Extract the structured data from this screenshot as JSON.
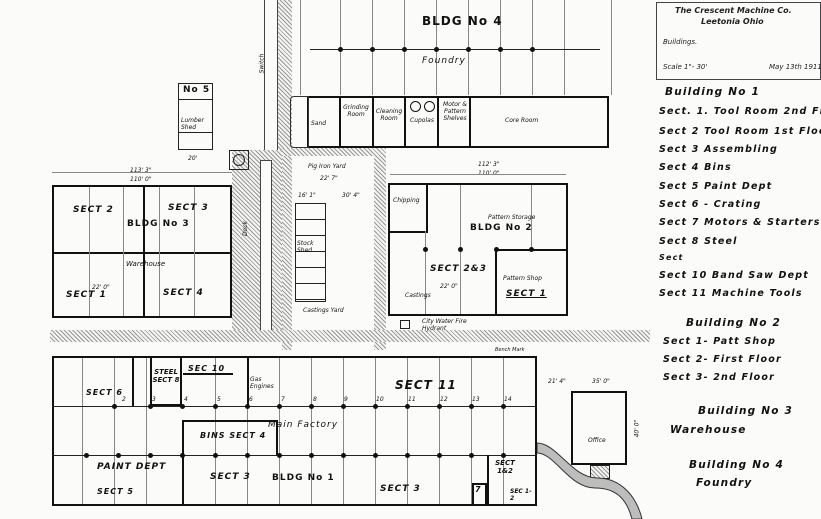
{
  "title_block": {
    "company": "The Crescent Machine Co.",
    "location": "Leetonia Ohio",
    "subject": "Buildings.",
    "scale": "Scale 1\"- 30'",
    "date": "May 13th 1911"
  },
  "legend": {
    "building1": {
      "heading": "Building No 1",
      "sections": [
        "Sect. 1. Tool Room 2nd Flr",
        "Sect 2 Tool Room 1st Floor",
        "Sect 3 Assembling",
        "Sect 4 Bins",
        "Sect 5 Paint Dept",
        "Sect 6 - Crating",
        "Sect 7 Motors & Starters",
        "Sect 8 Steel",
        "Sect",
        "Sect 10 Band Saw Dept",
        "Sect 11 Machine Tools"
      ]
    },
    "building2": {
      "heading": "Building No 2",
      "sections": [
        "Sect 1- Patt Shop",
        "Sect 2- First Floor",
        "Sect 3- 2nd Floor"
      ]
    },
    "building3": {
      "heading": "Building No 3",
      "name": "Warehouse"
    },
    "building4": {
      "heading": "Building No 4",
      "name": "Foundry"
    }
  },
  "plan": {
    "bldg4": {
      "title": "BLDG No 4",
      "name": "Foundry",
      "rooms": [
        "Sand",
        "Grinding Room",
        "Cleaning Room",
        "Cupolas",
        "Motor & Pattern Shelves",
        "Core Room"
      ]
    },
    "bldg5": {
      "title": "No 5",
      "name": "Lumber Shed",
      "dim": "20'"
    },
    "water_tank": "Water Tank",
    "switch": "Switch",
    "pig_iron_yard": "Pig Iron Yard",
    "stock_shed": "Stock Shed",
    "castings_yard": "Castings Yard",
    "dock": "Dock",
    "bldg3": {
      "title": "BLDG No 3",
      "name": "Warehouse",
      "sections": [
        "SECT 2",
        "SECT 3",
        "SECT 1",
        "SECT 4"
      ],
      "dim_top1": "113' 3\"",
      "dim_top2": "110' 0\"",
      "bay": "22' 0\""
    },
    "bldg2": {
      "title": "BLDG No 2",
      "rooms": [
        "Chipping",
        "Pattern Storage",
        "SECT 2&3",
        "Pattern Shop",
        "SECT 1",
        "Castings"
      ],
      "dim_top1": "112' 3\"",
      "dim_top2": "110' 0\"",
      "bay": "22' 0\"",
      "hydrant": "City Water Fire Hydrant"
    },
    "bldg1": {
      "title": "BLDG No 1",
      "name": "Main Factory",
      "sections": [
        "SECT 6",
        "STEEL SECT 8",
        "SEC 10",
        "Gas Engines",
        "SECT 11",
        "BINS SECT 4",
        "PAINT DEPT",
        "SECT 5",
        "SECT 3",
        "SECT 3",
        "SECT 1&2",
        "SEC 1-2",
        "7"
      ],
      "column_numbers": [
        "2",
        "3",
        "4",
        "5",
        "6",
        "7",
        "8",
        "9",
        "10",
        "11",
        "12",
        "13",
        "14"
      ],
      "bench_mark": "Bench Mark"
    },
    "office": {
      "name": "Office",
      "dim_w": "35' 0\"",
      "dim_gap": "21' 4\"",
      "dim_h": "40' 0\""
    },
    "dims": {
      "yard_w": "22' 7\"",
      "stock_w": "16' 1\"",
      "castings_w": "30' 4\""
    }
  }
}
